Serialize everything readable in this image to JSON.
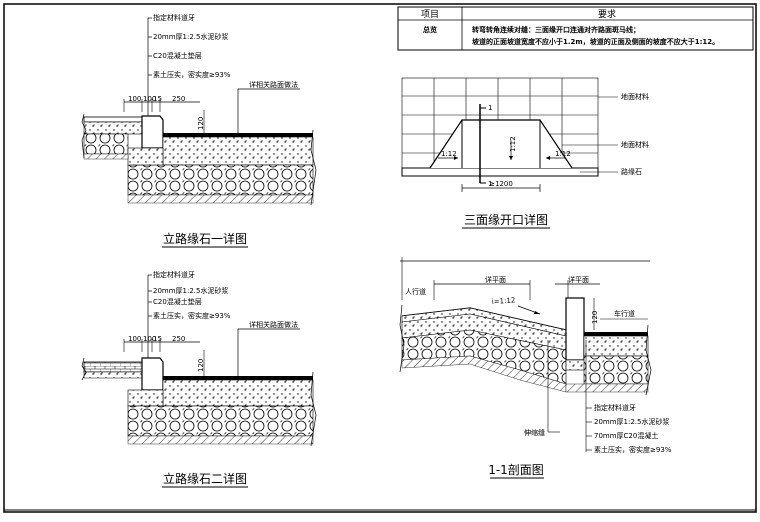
{
  "table": {
    "col1_header": "项目",
    "col2_header": "要求",
    "row1_label": "总览",
    "row1_line1": "转弯转角连续对缝：三面缘开口连通对齐路面斑马线；",
    "row1_line2": "坡道的正面坡道宽度不应小于1.2m，坡道的正面及侧面的坡度不应大于1:12。"
  },
  "detail1": {
    "title": "立路缘石一详图",
    "notes": [
      "指定材料道牙",
      "20mm厚1:2.5水泥砂浆",
      "C20混凝土垫层",
      "素土压实，密实度≥93%"
    ],
    "road_note": "详相关路面做法",
    "dims": [
      "100",
      "100",
      "15",
      "250"
    ],
    "vdim": "120"
  },
  "detail2": {
    "title": "立路缘石二详图",
    "notes": [
      "指定材料道牙",
      "20mm厚1:2.5水泥砂浆",
      "C20混凝土垫层",
      "素土压实，密实度≥93%"
    ],
    "road_note": "详相关路面做法",
    "dims": [
      "100",
      "100",
      "15",
      "250"
    ],
    "vdim": "120"
  },
  "plan": {
    "title": "三面缘开口详图",
    "label_ground1": "地面材料",
    "label_ground2": "地面材料",
    "label_curb": "路缘石",
    "width": "≥1200",
    "slope_left": "1:12",
    "slope_mid": "1:12",
    "slope_right": "1:12",
    "cut_top": "1",
    "cut_bottom": "1"
  },
  "section": {
    "title": "1-1剖面图",
    "label_sidewalk": "人行道",
    "label_roadway": "车行道",
    "label_flat1": "详平面",
    "label_flat2": "详平面",
    "slope": "i=1:12",
    "joint": "伸缩缝",
    "vdim": "120",
    "notes": [
      "指定材料道牙",
      "20mm厚1:2.5水泥砂浆",
      "70mm厚C20混凝土",
      "素土压实，密实度≥93%"
    ]
  }
}
